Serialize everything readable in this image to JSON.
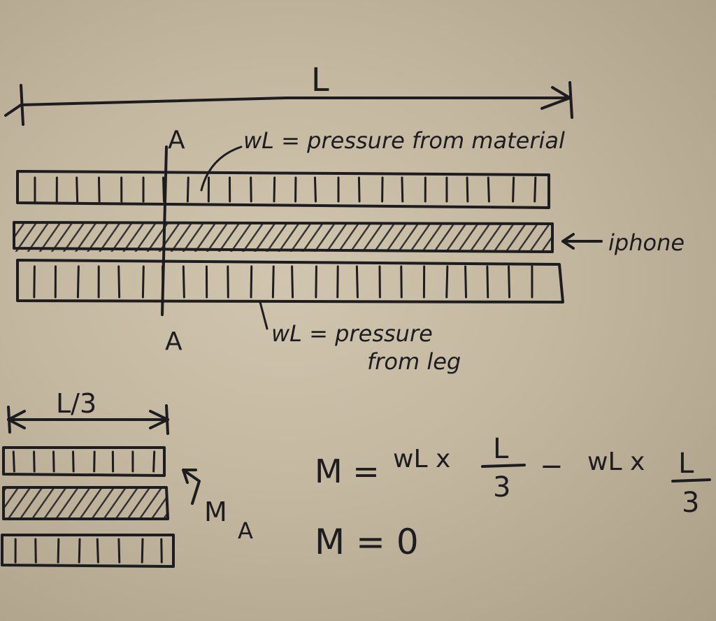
{
  "top_dimension_label": "L",
  "section_label_top": "A",
  "section_label_bottom": "A",
  "load_top_label": "wL = pressure from material",
  "iphone_label": "iphone",
  "load_bottom_label_line1": "wL = pressure",
  "load_bottom_label_line2": "from leg",
  "sub_dimension_label": "L/3",
  "moment_label": "M",
  "moment_subscript": "A",
  "eq1": {
    "lhs": "M =",
    "term1_numer": "wL x",
    "frac1_numer": "L",
    "frac1_denom": "3",
    "minus": "−",
    "term2_numer": "wL x",
    "frac2_numer": "L",
    "frac2_denom": "3"
  },
  "eq2": "M = 0",
  "colors": {
    "paper": "#c9bea6",
    "ink": "#1d1c21"
  }
}
